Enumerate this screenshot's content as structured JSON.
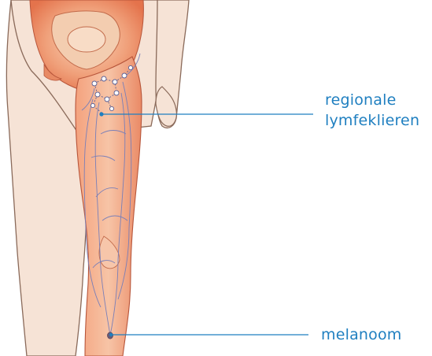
{
  "callouts": {
    "lymph_nodes": {
      "line1": "regionale",
      "line2": "lymfeklieren"
    },
    "melanoma": {
      "label": "melanoom"
    }
  },
  "colors": {
    "callout": "#1f7fc0",
    "skin_outline": "#8a6a5a",
    "skin_fill": "#f6e3d6",
    "muscle": "#e8805c",
    "bone": "#f3cdb0",
    "lymph_vessel": "#7a7fb8",
    "lymph_node": "#ffffff"
  }
}
